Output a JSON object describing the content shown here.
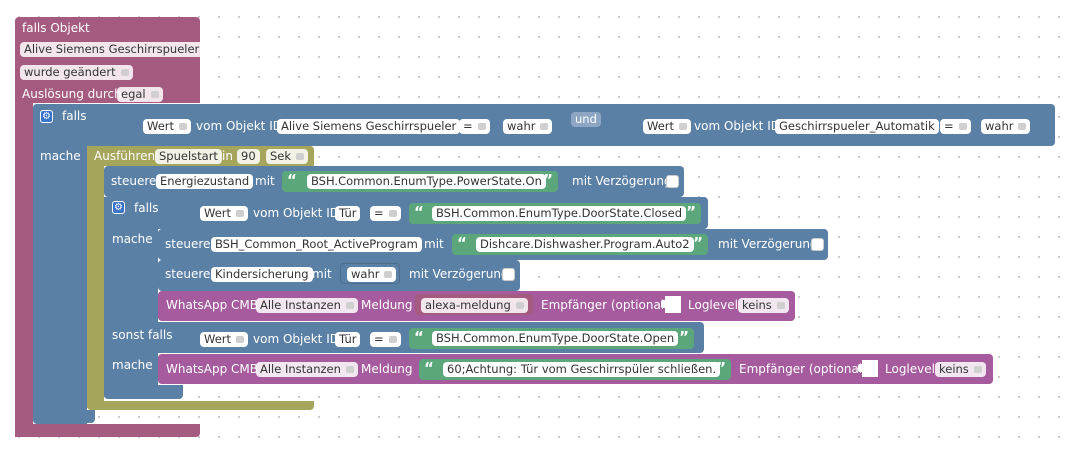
{
  "trigger": {
    "title": "falls Objekt",
    "object_name": "Alive Siemens Geschirrspueler",
    "condition": "wurde geändert",
    "cause_label": "Auslösung durch",
    "cause_value": "egal"
  },
  "if_block": {
    "falls": "falls",
    "mache": "mache",
    "cond1": {
      "value": "Wert",
      "from": "vom Objekt ID",
      "object": "Alive Siemens Geschirrspueler",
      "op": "=",
      "compare": "wahr"
    },
    "and_label": "und",
    "cond2": {
      "value": "Wert",
      "from": "vom Objekt ID",
      "object": "Geschirrspueler_Automatik",
      "op": "=",
      "compare": "wahr"
    }
  },
  "exec": {
    "label": "Ausführen",
    "name": "Spuelstart",
    "in": "in",
    "amount": "90",
    "unit": "Sek"
  },
  "set_energy": {
    "steuere": "steuere",
    "object": "Energiezustand",
    "mit": "mit",
    "value": "BSH.Common.EnumType.PowerState.On",
    "delay": "mit Verzögerung"
  },
  "inner_if": {
    "falls": "falls",
    "mache": "mache",
    "sonst_falls": "sonst falls",
    "mache2": "mache",
    "cond1": {
      "value": "Wert",
      "from": "vom Objekt ID",
      "object": "Tür",
      "op": "=",
      "compare": "BSH.Common.EnumType.DoorState.Closed"
    },
    "cond2": {
      "value": "Wert",
      "from": "vom Objekt ID",
      "object": "Tür",
      "op": "=",
      "compare": "BSH.Common.EnumType.DoorState.Open"
    }
  },
  "set_program": {
    "steuere": "steuere",
    "object": "BSH_Common_Root_ActiveProgram",
    "mit": "mit",
    "value": "Dishcare.Dishwasher.Program.Auto2",
    "delay": "mit Verzögerung"
  },
  "set_childlock": {
    "steuere": "steuere",
    "object": "Kindersicherung",
    "mit": "mit",
    "value": "wahr",
    "delay": "mit Verzögerung"
  },
  "whatsapp1": {
    "label": "WhatsApp CMB",
    "instance": "Alle Instanzen",
    "message_label": "Meldung",
    "message": "alexa-meldung",
    "recipient": "Empfänger (optional)",
    "loglevel": "Loglevel",
    "loglevel_value": "keins"
  },
  "whatsapp2": {
    "label": "WhatsApp CMB",
    "instance": "Alle Instanzen",
    "message_label": "Meldung",
    "message": "60;Achtung: Tür vom Geschirrspüler schließen.",
    "recipient": "Empfänger (optional)",
    "loglevel": "Loglevel",
    "loglevel_value": "keins"
  },
  "colors": {
    "trigger_block": "#a55b80",
    "logic_block": "#5b80a5",
    "timer_block": "#a5a55b",
    "string_block": "#5ca67c",
    "whatsapp_block": "#a55b9d"
  }
}
